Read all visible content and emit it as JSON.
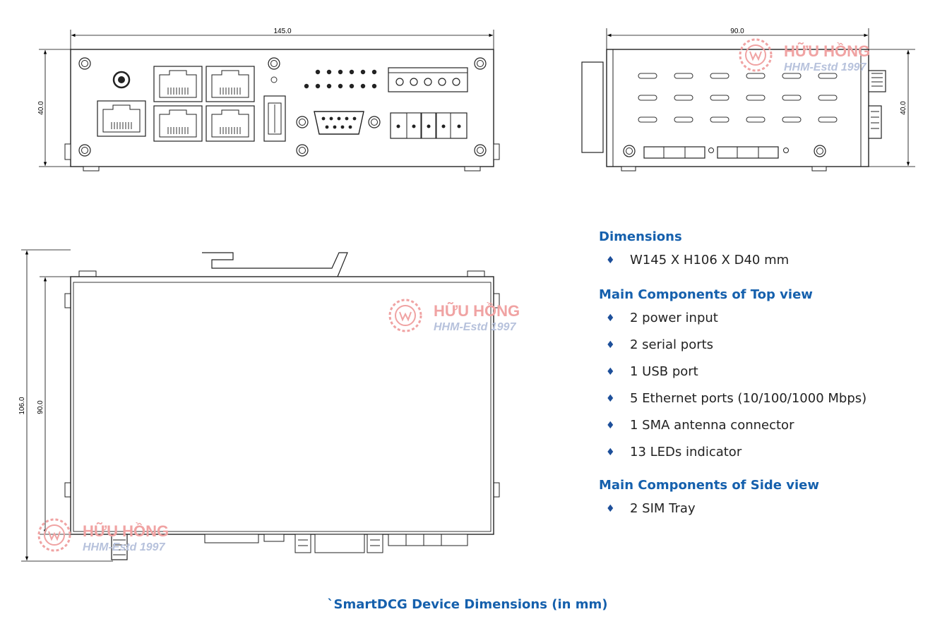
{
  "drawing": {
    "front_view": {
      "width_label": "145.0",
      "height_label": "40.0"
    },
    "side_view": {
      "width_label": "90.0",
      "height_label": "40.0"
    },
    "top_view": {
      "outer_height_label": "106.0",
      "inner_height_label": "90.0"
    }
  },
  "watermark": {
    "name": "HỮU HỒNG",
    "tagline": "HHM-Estd 1997",
    "color": "#f0a3a3"
  },
  "sections": [
    {
      "title": "Dimensions",
      "items": [
        "W145 X H106 X D40 mm"
      ]
    },
    {
      "title": "Main Components of Top view",
      "items": [
        "2 power input",
        "2 serial ports",
        "1 USB port",
        "5 Ethernet ports (10/100/1000 Mbps)",
        "1 SMA antenna connector",
        "13 LEDs indicator"
      ]
    },
    {
      "title": "Main Components of Side view",
      "items": [
        "2 SIM Tray"
      ]
    }
  ],
  "bullet_symbol": "♦",
  "caption": "`SmartDCG Device Dimensions (in mm)",
  "colors": {
    "heading": "#1560ad",
    "bullet": "#1d4f9a",
    "body_text": "#222222"
  }
}
